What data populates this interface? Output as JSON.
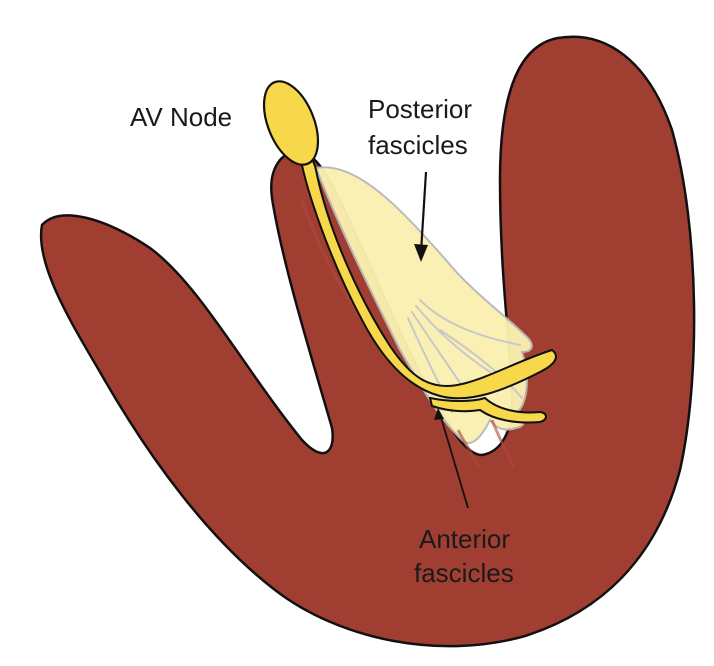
{
  "labels": {
    "av_node": "AV Node",
    "posterior_line1": "Posterior",
    "posterior_line2": "fascicles",
    "anterior_line1": "Anterior",
    "anterior_line2": "fascicles"
  },
  "colors": {
    "myocardium": "#a03e32",
    "conduction_fiber": "#f6d84a",
    "posterior_fan": "#fbf0b0",
    "outline": "#111111",
    "text": "#1a1a1a",
    "anterior_text": "#8a2a22"
  }
}
